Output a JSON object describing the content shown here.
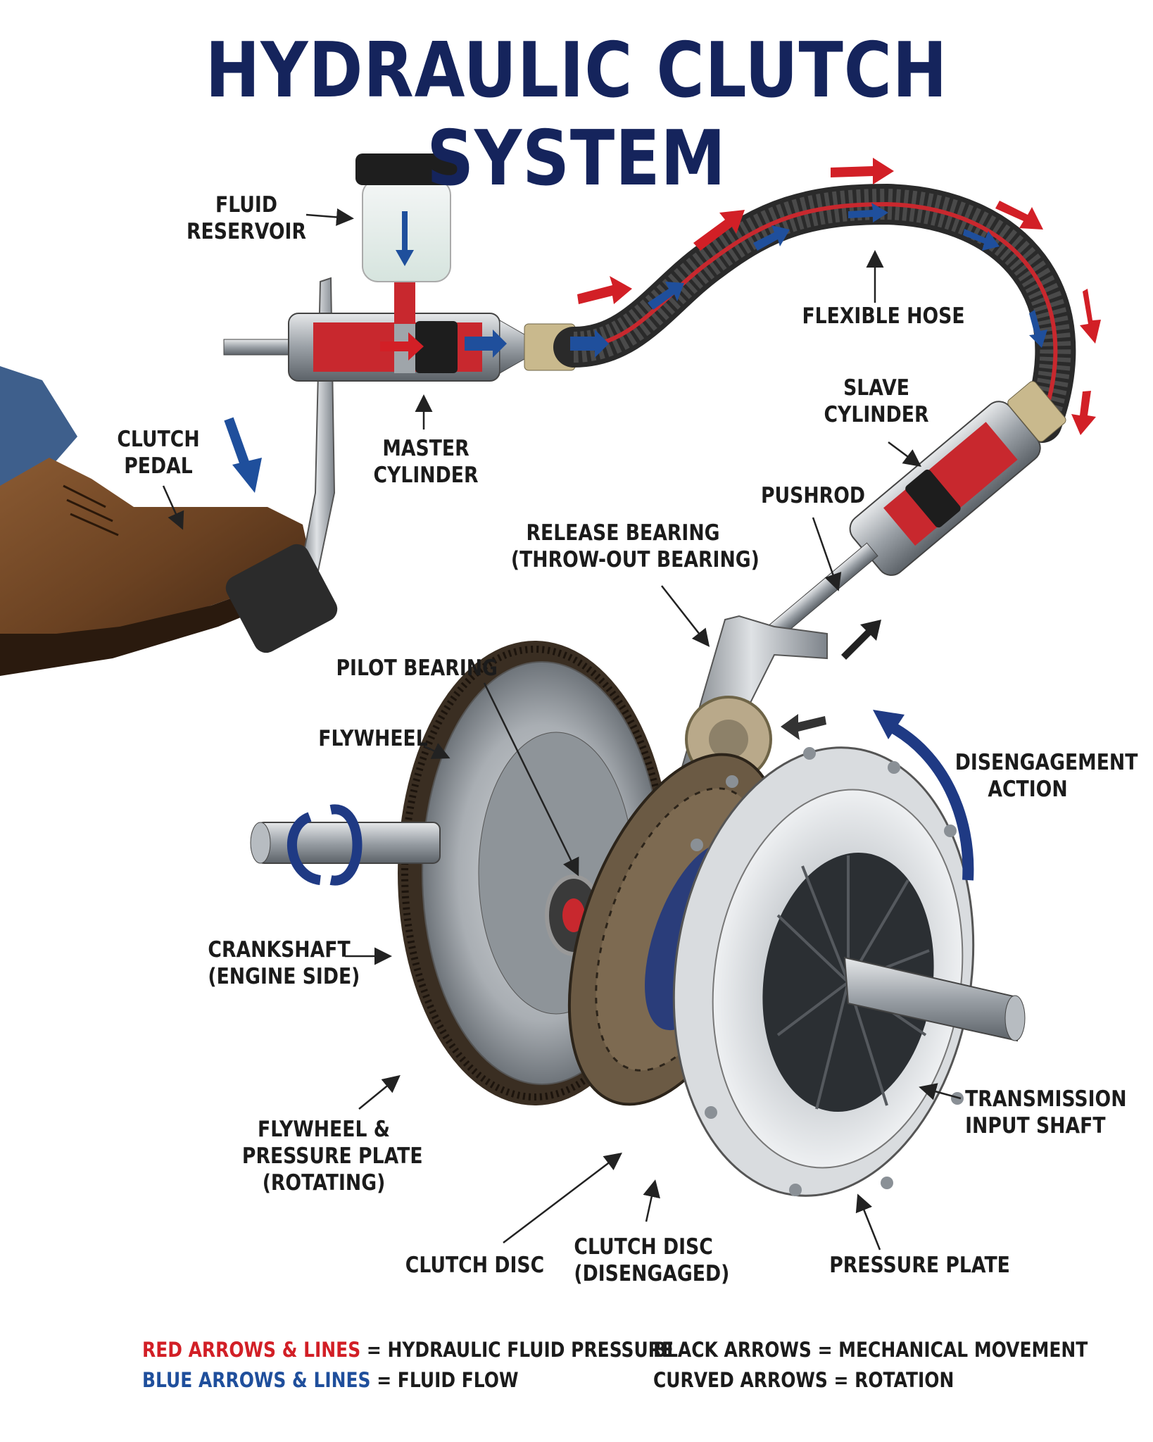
{
  "title": "HYDRAULIC CLUTCH SYSTEM",
  "labels": {
    "fluid_reservoir": [
      "FLUID",
      "RESERVOIR"
    ],
    "clutch_pedal": [
      "CLUTCH",
      "PEDAL"
    ],
    "master_cylinder": [
      "MASTER",
      "CYLINDER"
    ],
    "flexible_hose": [
      "FLEXIBLE HOSE"
    ],
    "slave_cylinder": [
      "SLAVE",
      "CYLINDER"
    ],
    "pushrod": [
      "PUSHROD"
    ],
    "release_bearing": [
      "RELEASE BEARING",
      "(THROW-OUT BEARING)"
    ],
    "pilot_bearing": [
      "PILOT BEARING"
    ],
    "flywheel": [
      "FLYWHEEL"
    ],
    "disengagement_action": [
      "DISENGAGEMENT",
      "ACTION"
    ],
    "crankshaft": [
      "CRANKSHAFT",
      "(ENGINE SIDE)"
    ],
    "flywheel_pressure_plate": [
      "FLYWHEEL &",
      "PRESSURE PLATE",
      "(ROTATING)"
    ],
    "transmission_input_shaft": [
      "TRANSMISSION",
      "INPUT SHAFT"
    ],
    "clutch_disc": [
      "CLUTCH DISC"
    ],
    "clutch_disc_disengaged": [
      "CLUTCH DISC",
      "(DISENGAGED)"
    ],
    "pressure_plate": [
      "PRESSURE PLATE"
    ]
  },
  "legend": {
    "red_key": "RED ARROWS & LINES",
    "red_desc": " = HYDRAULIC FLUID PRESSURE",
    "blue_key": "BLUE ARROWS & LINES",
    "blue_desc": " = FLUID FLOW",
    "black": "BLACK ARROWS = MECHANICAL MOVEMENT",
    "curved": "CURVED ARROWS = ROTATION"
  },
  "colors": {
    "title": "#15245c",
    "hydraulic_pressure": "#d21f26",
    "fluid_flow": "#1f4f9c",
    "mechanical": "#222222"
  }
}
